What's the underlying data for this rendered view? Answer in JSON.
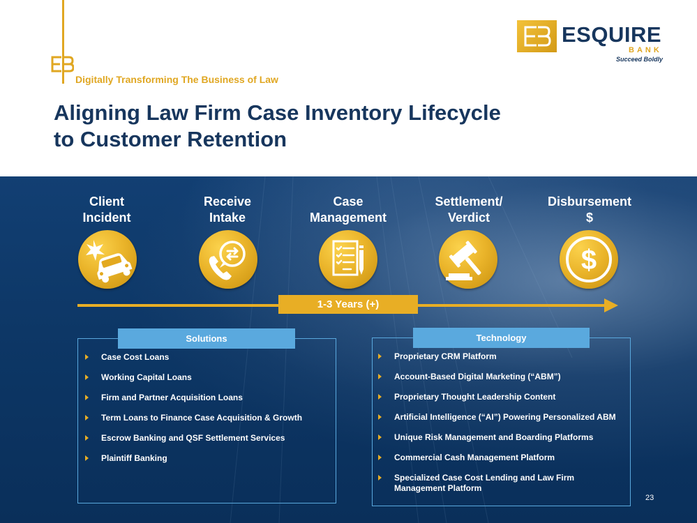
{
  "header": {
    "tagline": "Digitally Transforming The Business of Law",
    "title_line1": "Aligning Law Firm Case Inventory Lifecycle",
    "title_line2": "to Customer Retention"
  },
  "logo": {
    "word": "ESQUIRE",
    "sub": "BANK",
    "tagline": "Succeed Boldly",
    "colors": {
      "navy": "#17365d",
      "gold": "#e0a722"
    }
  },
  "stages": [
    {
      "line1": "Client",
      "line2": "Incident",
      "icon": "car-crash-icon"
    },
    {
      "line1": "Receive",
      "line2": "Intake",
      "icon": "phone-exchange-icon"
    },
    {
      "line1": "Case",
      "line2": "Management",
      "icon": "checklist-icon"
    },
    {
      "line1": "Settlement/",
      "line2": "Verdict",
      "icon": "gavel-icon"
    },
    {
      "line1": "Disbursement",
      "line2": "$",
      "icon": "dollar-coin-icon"
    }
  ],
  "timeline": {
    "label": "1-3 Years (+)",
    "color": "#e8ae25"
  },
  "solutions": {
    "heading": "Solutions",
    "items": [
      "Case Cost Loans",
      "Working Capital Loans",
      "Firm and Partner Acquisition Loans",
      "Term Loans to Finance Case Acquisition & Growth",
      "Escrow Banking and QSF Settlement Services",
      "Plaintiff Banking"
    ]
  },
  "technology": {
    "heading": "Technology",
    "items": [
      "Proprietary CRM Platform",
      "Account-Based Digital Marketing (“ABM”)",
      "Proprietary Thought Leadership Content",
      "Artificial Intelligence (“AI”) Powering Personalized ABM",
      "Unique Risk Management and Boarding Platforms",
      "Commercial Cash Management Platform",
      "Specialized Case Cost Lending and Law Firm Management Platform"
    ]
  },
  "page_number": "23"
}
